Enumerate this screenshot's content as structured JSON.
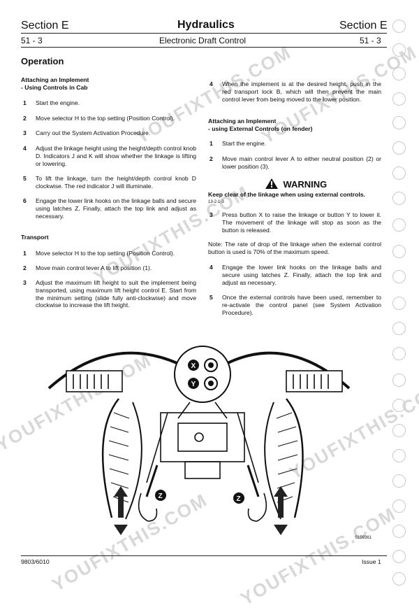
{
  "header": {
    "section_left": "Section E",
    "title": "Hydraulics",
    "section_right": "Section E",
    "page_left": "51 - 3",
    "subtitle": "Electronic Draft Control",
    "page_right": "51 - 3"
  },
  "heading_operation": "Operation",
  "cab": {
    "heading1": "Attaching an Implement",
    "heading2": "- Using Controls in Cab",
    "steps": [
      {
        "n": "1",
        "text": "Start the engine."
      },
      {
        "n": "2",
        "text": "Move selector H to the top setting (Position Control)."
      },
      {
        "n": "3",
        "text": "Carry out the System Activation Procedure."
      },
      {
        "n": "4",
        "text": "Adjust the linkage height using the height/depth control knob D. Indicators J and K will show whether the linkage is lifting or lowering."
      },
      {
        "n": "5",
        "text": "To lift the linkage, turn the height/depth control knob D clockwise. The red indicator J will illuminate."
      },
      {
        "n": "6",
        "text": "Engage the lower link hooks on the linkage balls and secure using latches Z. Finally, attach the top link and adjust as necessary."
      }
    ]
  },
  "transport": {
    "heading": "Transport",
    "steps": [
      {
        "n": "1",
        "text": "Move selector H to the top setting (Position Control)."
      },
      {
        "n": "2",
        "text": "Move main control lever A to lift position (1)."
      },
      {
        "n": "3",
        "text": "Adjust the maximum lift height to suit the implement being transported, using maximum lift height control E. Start from the minimum setting (slide fully anti-clockwise) and move clockwise to increase the lift height."
      }
    ]
  },
  "right": {
    "step4": {
      "n": "4",
      "text": "When the implement is at the desired height, push in the red transport lock B, which will then prevent the main control lever from being moved to the lower position."
    },
    "ext_heading1": "Attaching an Implement",
    "ext_heading2": "- using External Controls (on fender)",
    "ext_steps_a": [
      {
        "n": "1",
        "text": "Start the engine."
      },
      {
        "n": "2",
        "text": "Move main control lever A to either neutral position (2) or lower position (3)."
      }
    ],
    "warning_title": "WARNING",
    "warning_text": "Keep clear of the linkage when using external controls.",
    "warning_code": "13-2-1-3",
    "ext_steps_b": [
      {
        "n": "3",
        "text": "Press button X to raise the linkage or button Y to lower it. The movement of the linkage will stop as soon as the button is released."
      }
    ],
    "note": "Note: The rate of drop of the linkage when the external control button is used is 70% of the maximum speed.",
    "ext_steps_c": [
      {
        "n": "4",
        "text": "Engage the lower link hooks on the linkage balls and secure using latches Z. Finally, attach the top link and adjust as necessary."
      },
      {
        "n": "5",
        "text": "Once the external controls have been used, remember to re-activate the control panel (see System Activation Procedure)."
      }
    ]
  },
  "figure": {
    "label_x": "X",
    "label_y": "Y",
    "label_z": "Z",
    "ref": "S159361"
  },
  "footer": {
    "left": "9803/6010",
    "right": "Issue 1"
  },
  "watermark": "YOUFIXTHIS.COM"
}
